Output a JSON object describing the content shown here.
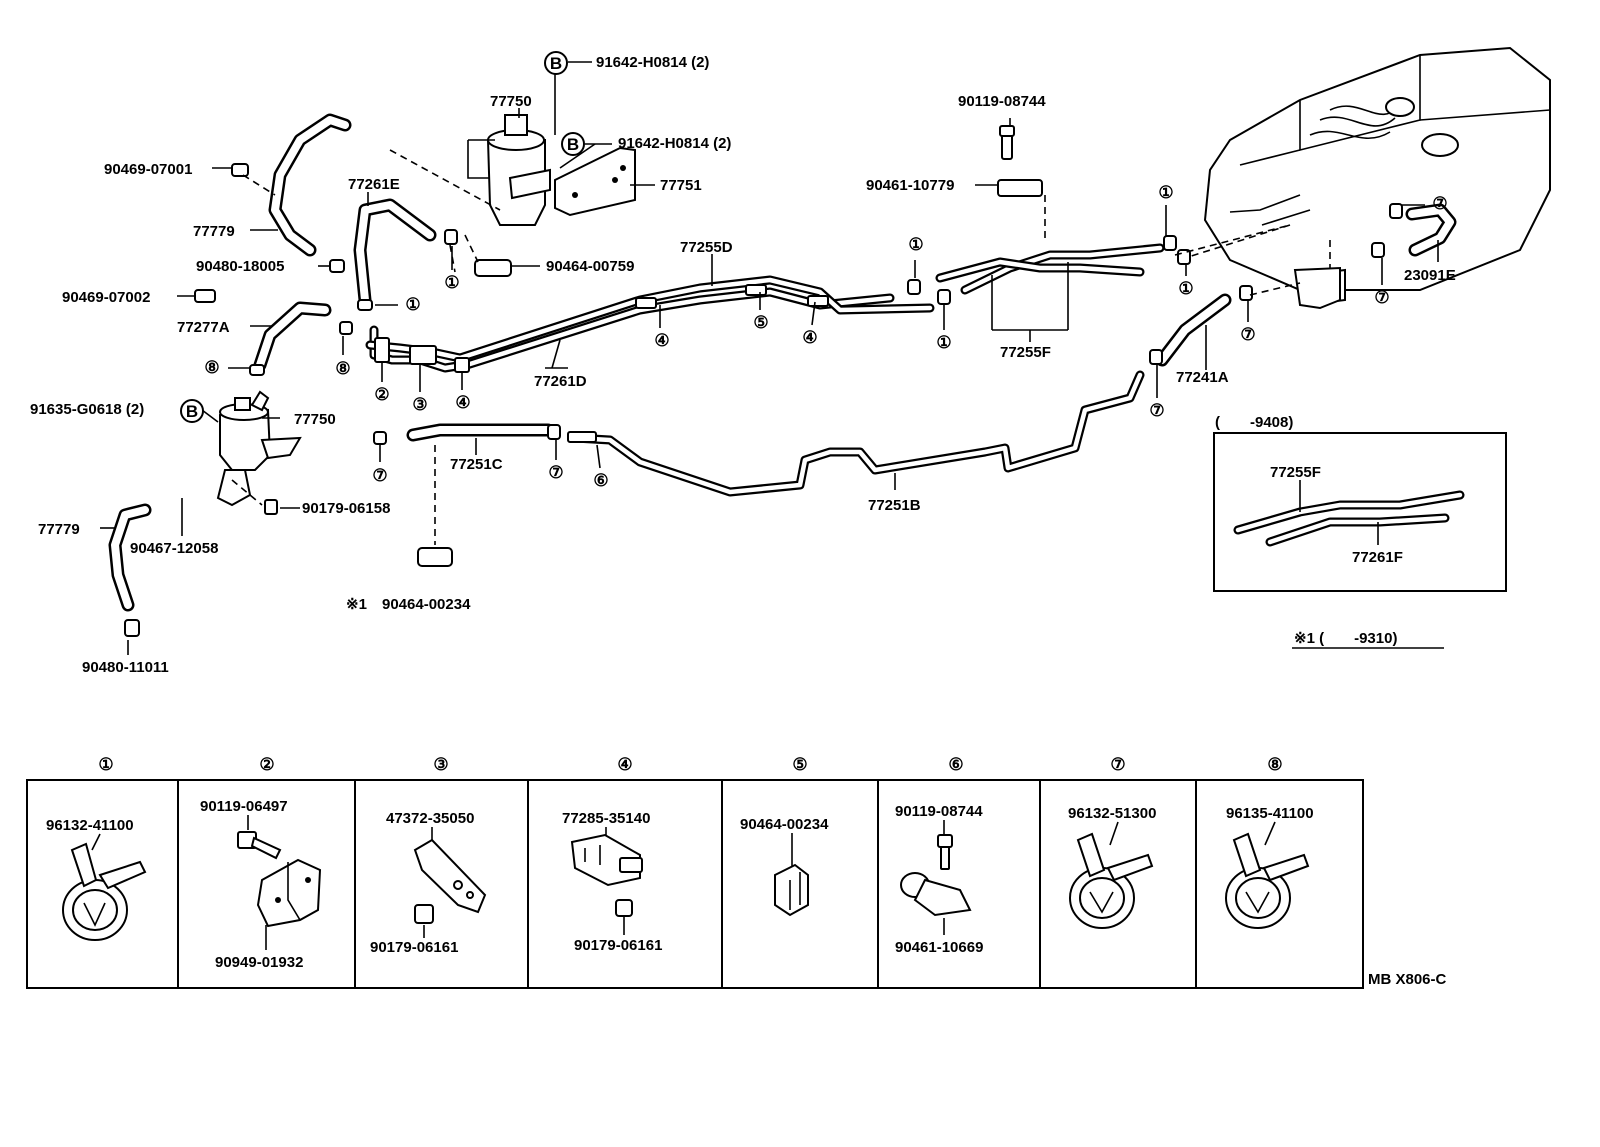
{
  "diagram": {
    "code": "MB X806-C",
    "callouts": {
      "c1": "91642-H0814 (2)",
      "c2": "77750",
      "c3": "91642-H0814 (2)",
      "c4": "77751",
      "c5": "90469-07001",
      "c6": "77779",
      "c7": "90480-18005",
      "c8": "90469-07002",
      "c9": "77277A",
      "c10": "77261E",
      "c11": "90464-00759",
      "c12": "77255D",
      "c13": "77261D",
      "c14": "91635-G0618 (2)",
      "c15": "77750",
      "c16": "90179-06158",
      "c17": "77779",
      "c18": "90467-12058",
      "c19": "90480-11011",
      "c20": "77251C",
      "c21": "90464-00234",
      "c22": "77251B",
      "c23": "90119-08744",
      "c24": "90461-10779",
      "c25": "77255F",
      "c26": "77241A",
      "c27": "23091E"
    },
    "asterisk_mark": "※1",
    "b_mark": "B",
    "inset": {
      "title": "(　　-9408)",
      "label_a": "77255F",
      "label_b": "77261F"
    },
    "footnote": "※1 (　　-9310)",
    "circles": [
      "①",
      "②",
      "③",
      "④",
      "⑤",
      "⑥",
      "⑦",
      "⑧"
    ]
  },
  "legend": {
    "cells": [
      {
        "num": "①",
        "parts": [
          "96132-41100"
        ]
      },
      {
        "num": "②",
        "parts": [
          "90119-06497",
          "90949-01932"
        ]
      },
      {
        "num": "③",
        "parts": [
          "47372-35050",
          "90179-06161"
        ]
      },
      {
        "num": "④",
        "parts": [
          "77285-35140",
          "90179-06161"
        ]
      },
      {
        "num": "⑤",
        "parts": [
          "90464-00234"
        ]
      },
      {
        "num": "⑥",
        "parts": [
          "90119-08744",
          "90461-10669"
        ]
      },
      {
        "num": "⑦",
        "parts": [
          "96132-51300"
        ]
      },
      {
        "num": "⑧",
        "parts": [
          "96135-41100"
        ]
      }
    ]
  }
}
